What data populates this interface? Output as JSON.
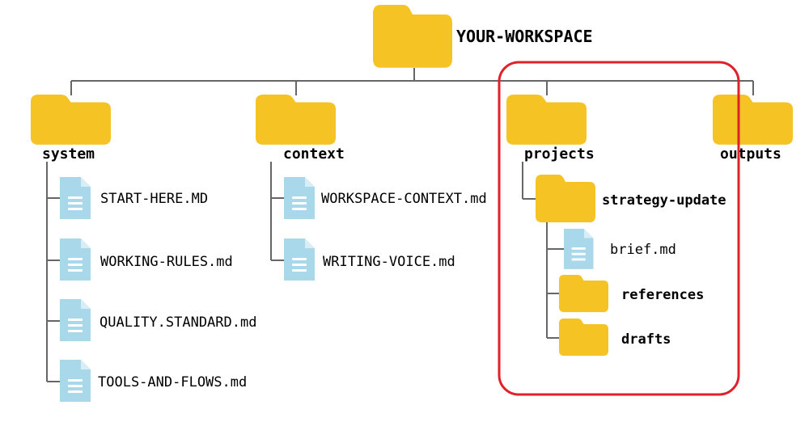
{
  "root": {
    "label": "YOUR-WORKSPACE",
    "icon": "folder-icon"
  },
  "folders": {
    "system": {
      "label": "system",
      "files": [
        "START-HERE.MD",
        "WORKING-RULES.md",
        "QUALITY.STANDARD.md",
        "TOOLS-AND-FLOWS.md"
      ]
    },
    "context": {
      "label": "context",
      "files": [
        "WORKSPACE-CONTEXT.md",
        "WRITING-VOICE.md"
      ]
    },
    "projects": {
      "label": "projects",
      "subfolder": {
        "label": "strategy-update",
        "file": "brief.md",
        "children": [
          "references",
          "drafts"
        ]
      }
    },
    "outputs": {
      "label": "outputs"
    }
  },
  "colors": {
    "folder": "#F5C324",
    "folder_tab": "#F2BA16",
    "file": "#A9D8EA",
    "file_fold": "#D7EEF7",
    "file_lines": "#ffffff",
    "lines": "#666666",
    "highlight": "#E0202A"
  },
  "icons": {
    "folder": "folder-icon",
    "file": "file-icon"
  }
}
